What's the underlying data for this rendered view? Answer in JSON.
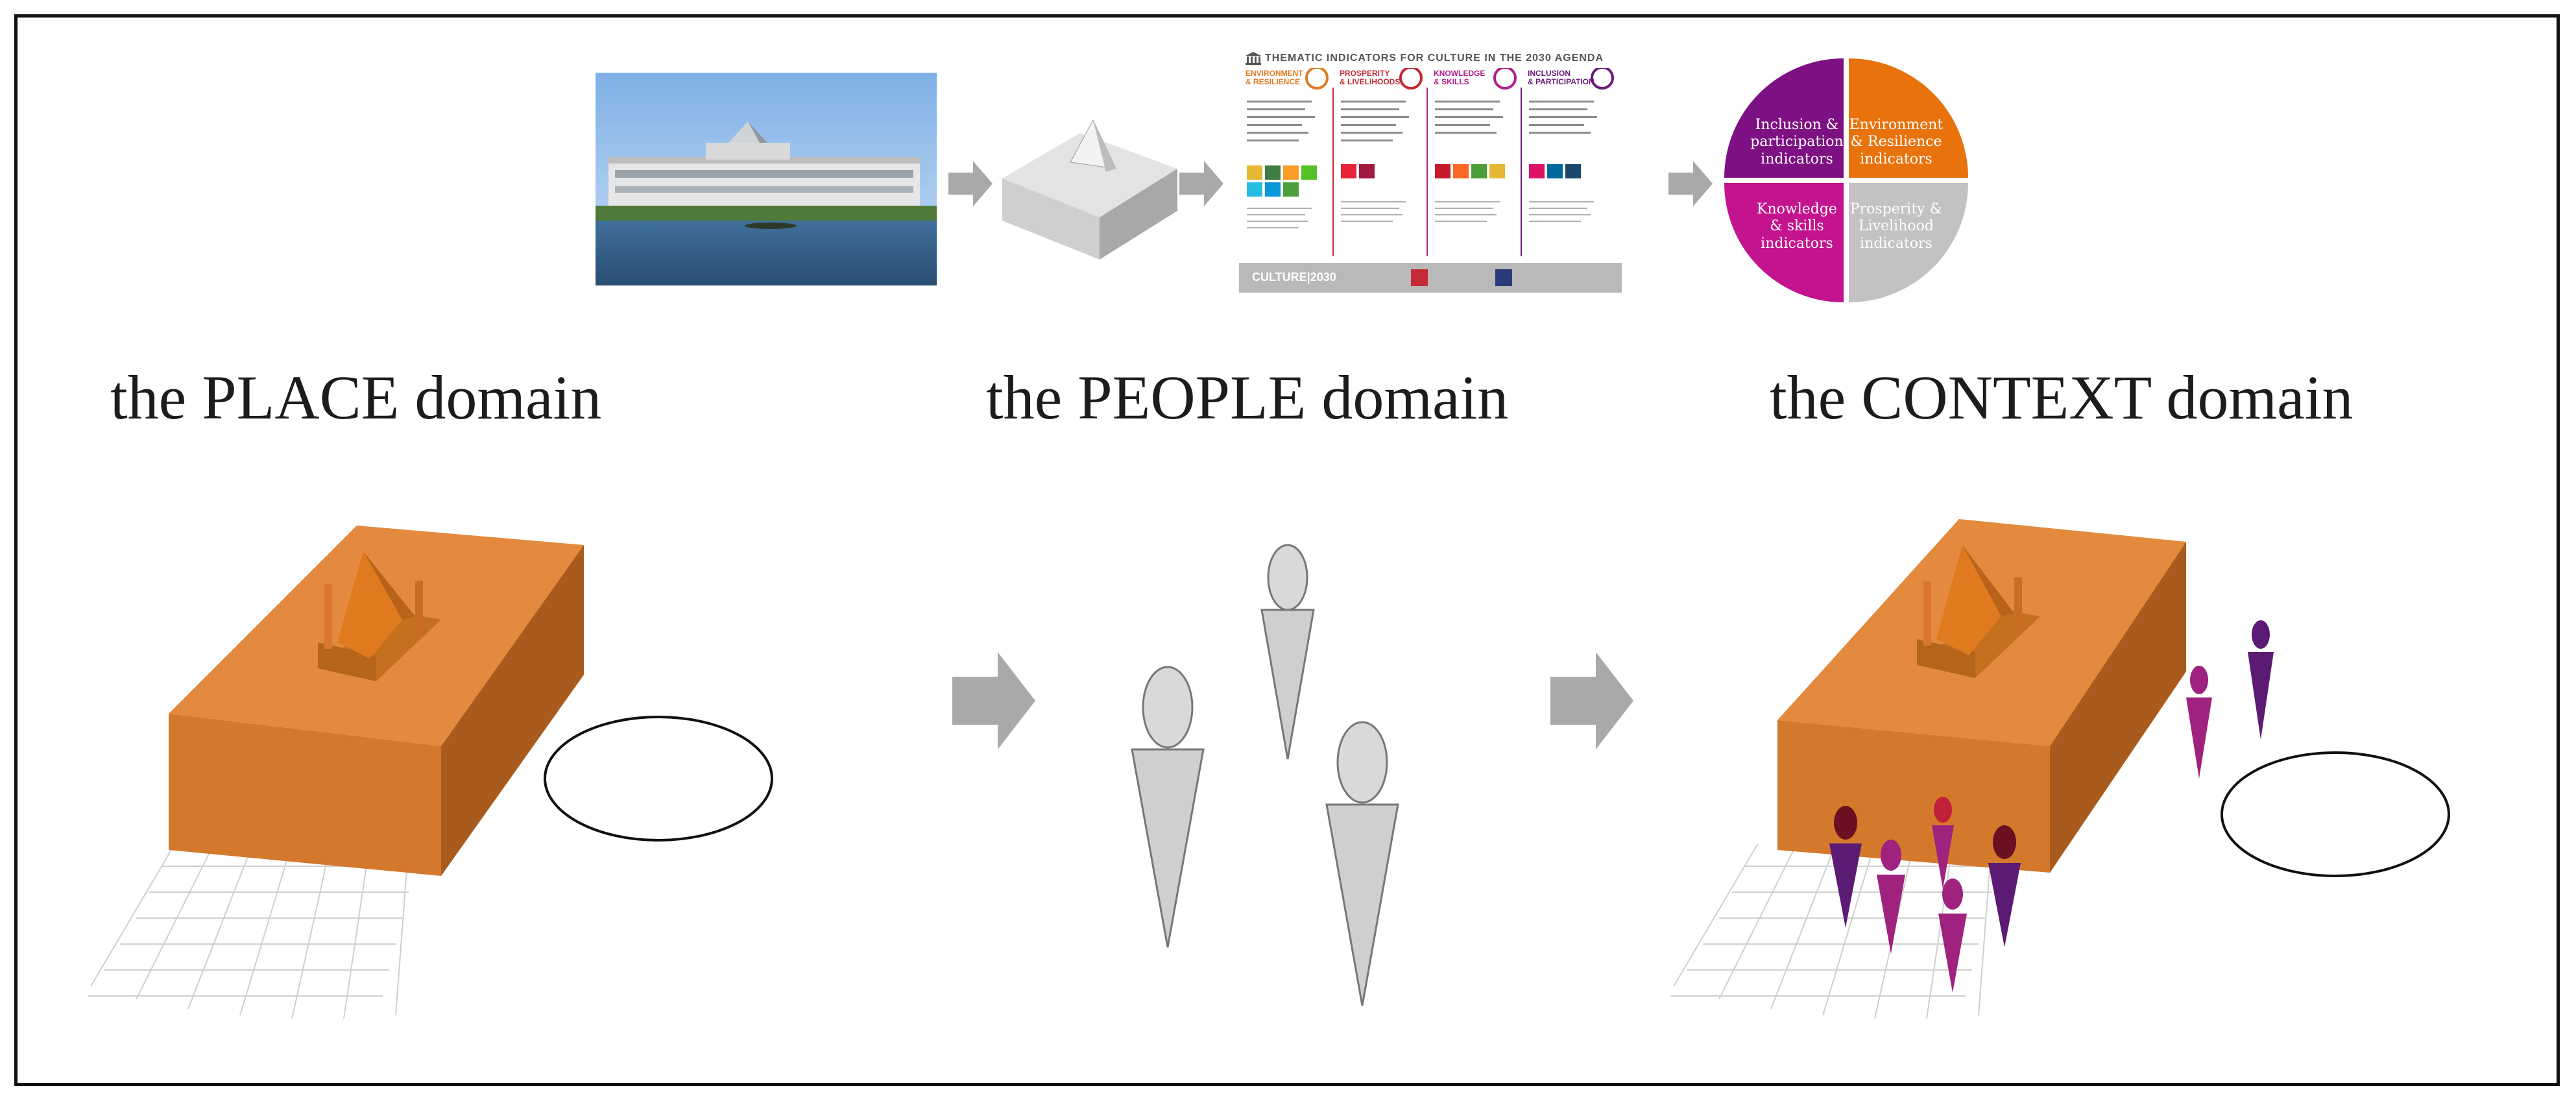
{
  "domains": {
    "place": "the PLACE domain",
    "people": "the PEOPLE domain",
    "context": "the CONTEXT domain"
  },
  "indicator_poster": {
    "title": "THEMATIC INDICATORS FOR CULTURE IN THE 2030 AGENDA",
    "columns": [
      {
        "heading": "ENVIRONMENT\n& RESILIENCE",
        "color": "#e07b24"
      },
      {
        "heading": "PROSPERITY\n& LIVELIHOODS",
        "color": "#c22b37"
      },
      {
        "heading": "KNOWLEDGE\n& SKILLS",
        "color": "#b0208a"
      },
      {
        "heading": "INCLUSION\n& PARTICIPATION",
        "color": "#6b1a7a"
      }
    ],
    "footer": "CULTURE|2030"
  },
  "pie": {
    "quadrants": [
      {
        "label": "Inclusion & participation indicators",
        "color": "#7d1183"
      },
      {
        "label": "Environment & Resilience indicators",
        "color": "#e8720c"
      },
      {
        "label": "Knowledge & skills indicators",
        "color": "#c4138f"
      },
      {
        "label": "Prosperity & Livelihood indicators",
        "color": "#c2c2c2"
      }
    ]
  },
  "colors": {
    "block_top": "#e38a3e",
    "block_front": "#d4782c",
    "block_side": "#a85b1c",
    "arrow": "#a9a9a9",
    "figure_gray": "#c9c9c9",
    "figure_purple": "#5b1a73",
    "figure_magenta": "#a0227f",
    "figure_darkred": "#6a1020"
  }
}
